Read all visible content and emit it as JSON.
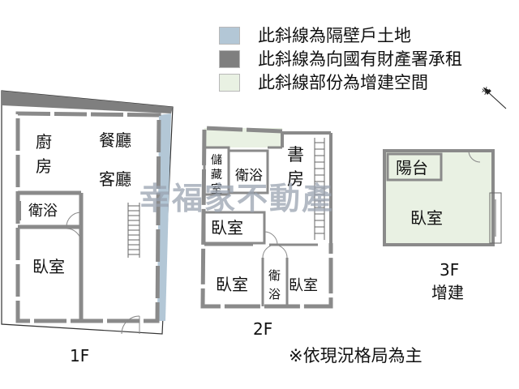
{
  "legend": {
    "items": [
      {
        "text": "此斜線為隔壁戶土地",
        "color": "#b3c7d6"
      },
      {
        "text": "此斜線為向國有財產署承租",
        "color": "#7f7f7f"
      },
      {
        "text": "此斜線部份為增建空間",
        "color": "#e9f1e3"
      }
    ]
  },
  "north_symbol": "北",
  "watermark": "幸福家不動產",
  "floors": {
    "f1": {
      "label": "1F",
      "rooms": {
        "kitchen_a": "廚",
        "kitchen_b": "房",
        "dining": "餐廳",
        "living": "客廳",
        "bath": "衛浴",
        "bedroom": "臥室"
      }
    },
    "f2": {
      "label": "2F",
      "rooms": {
        "storage_a": "儲",
        "storage_b": "藏",
        "storage_c": "室",
        "bath_top": "衛浴",
        "study_a": "書",
        "study_b": "房",
        "bedroom_mid": "臥室",
        "bedroom_left": "臥室",
        "bath_small_a": "衛",
        "bath_small_b": "浴",
        "bedroom_right": "臥室"
      }
    },
    "f3": {
      "label": "3F",
      "sublabel": "增建",
      "rooms": {
        "balcony": "陽台",
        "bedroom": "臥室"
      }
    }
  },
  "note": "※依現況格局為主"
}
